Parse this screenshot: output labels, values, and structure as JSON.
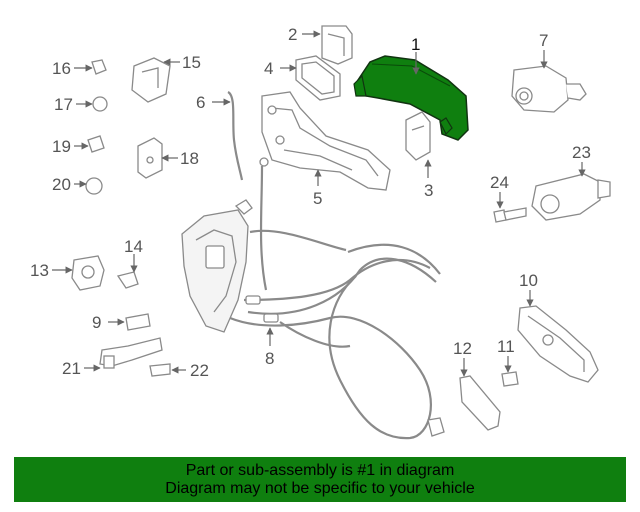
{
  "diagram": {
    "highlight_color": "#0f7f0f",
    "callouts": [
      {
        "id": "1",
        "label": "1",
        "highlighted": true
      },
      {
        "id": "2",
        "label": "2"
      },
      {
        "id": "3",
        "label": "3"
      },
      {
        "id": "4",
        "label": "4"
      },
      {
        "id": "5",
        "label": "5"
      },
      {
        "id": "6",
        "label": "6"
      },
      {
        "id": "7",
        "label": "7"
      },
      {
        "id": "8",
        "label": "8"
      },
      {
        "id": "9",
        "label": "9"
      },
      {
        "id": "10",
        "label": "10"
      },
      {
        "id": "11",
        "label": "11"
      },
      {
        "id": "12",
        "label": "12"
      },
      {
        "id": "13",
        "label": "13"
      },
      {
        "id": "14",
        "label": "14"
      },
      {
        "id": "15",
        "label": "15"
      },
      {
        "id": "16",
        "label": "16"
      },
      {
        "id": "17",
        "label": "17"
      },
      {
        "id": "18",
        "label": "18"
      },
      {
        "id": "19",
        "label": "19"
      },
      {
        "id": "20",
        "label": "20"
      },
      {
        "id": "21",
        "label": "21"
      },
      {
        "id": "22",
        "label": "22"
      },
      {
        "id": "23",
        "label": "23"
      },
      {
        "id": "24",
        "label": "24"
      }
    ]
  },
  "banner": {
    "line1": "Part or sub-assembly is #1 in diagram",
    "line2": "Diagram may not be specific to your vehicle",
    "background": "#0f7f0f"
  }
}
